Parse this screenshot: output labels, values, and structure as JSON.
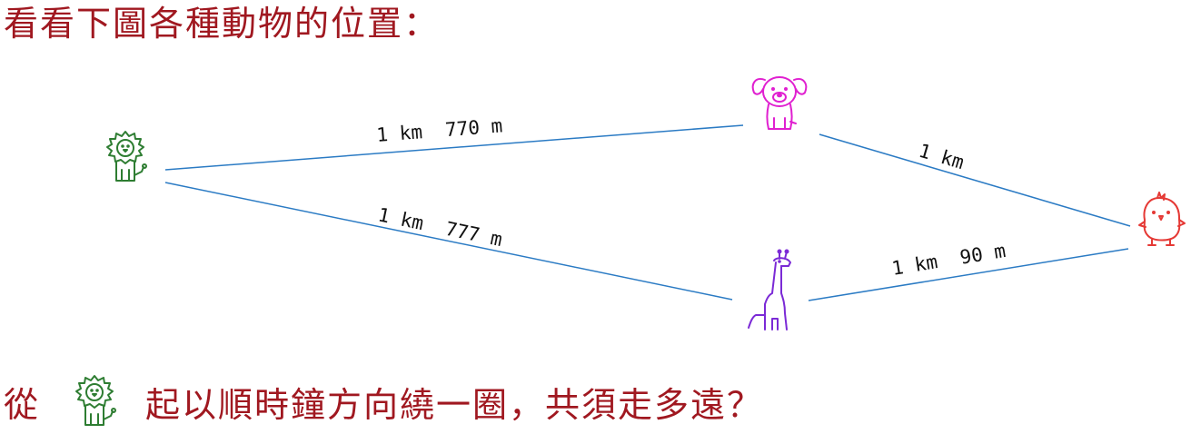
{
  "heading": "看看下圖各種動物的位置：",
  "question": {
    "prefix": "從",
    "suffix": "起以順時鐘方向繞一圈，共須走多遠？"
  },
  "animals": {
    "lion": {
      "icon": "lion-icon",
      "color": "#2e7d32"
    },
    "dog": {
      "icon": "dog-icon",
      "color": "#e020d0"
    },
    "chick": {
      "icon": "chick-icon",
      "color": "#e53935"
    },
    "giraffe": {
      "icon": "giraffe-icon",
      "color": "#7b2ad6"
    }
  },
  "routes": {
    "lion_dog": "1 km  770 m",
    "dog_chick": "1 km",
    "chick_giraffe": "1 km  90 m",
    "lion_giraffe": "1 km  777 m"
  },
  "colors": {
    "line": "#2b7bc4",
    "text": "#a01820"
  }
}
